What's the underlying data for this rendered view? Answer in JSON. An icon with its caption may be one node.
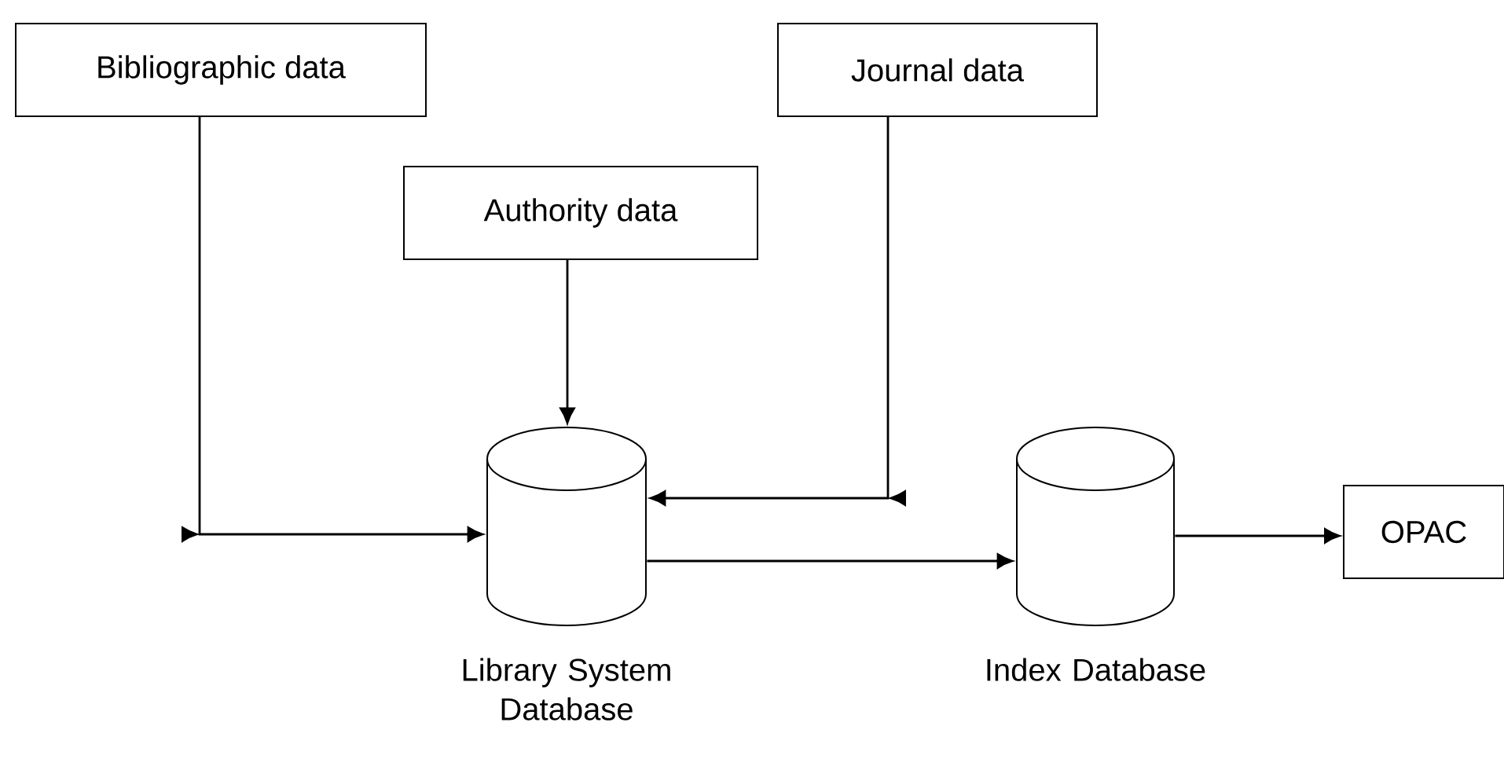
{
  "diagram": {
    "nodes": [
      {
        "text": [
          "Bibliographic data"
        ]
      },
      {
        "text": [
          "Authority data"
        ]
      },
      {
        "text": [
          "Journal data"
        ]
      },
      {
        "text": [],
        "shape": "cylinder",
        "beside": [
          "Library System Database"
        ]
      },
      {
        "text": [],
        "shape": "cylinder",
        "beside": [
          "Index Database"
        ]
      },
      {
        "text": [
          "OPAC"
        ]
      }
    ],
    "edges": [
      {
        "from": 0,
        "to": 3,
        "arrow": "to"
      },
      {
        "from": 1,
        "to": 3,
        "arrow": "to"
      },
      {
        "from": 2,
        "to": 3,
        "arrow": "to"
      },
      {
        "from": 3,
        "to": 4,
        "arrow": "to"
      },
      {
        "from": 4,
        "to": 5,
        "arrow": "to"
      }
    ]
  }
}
